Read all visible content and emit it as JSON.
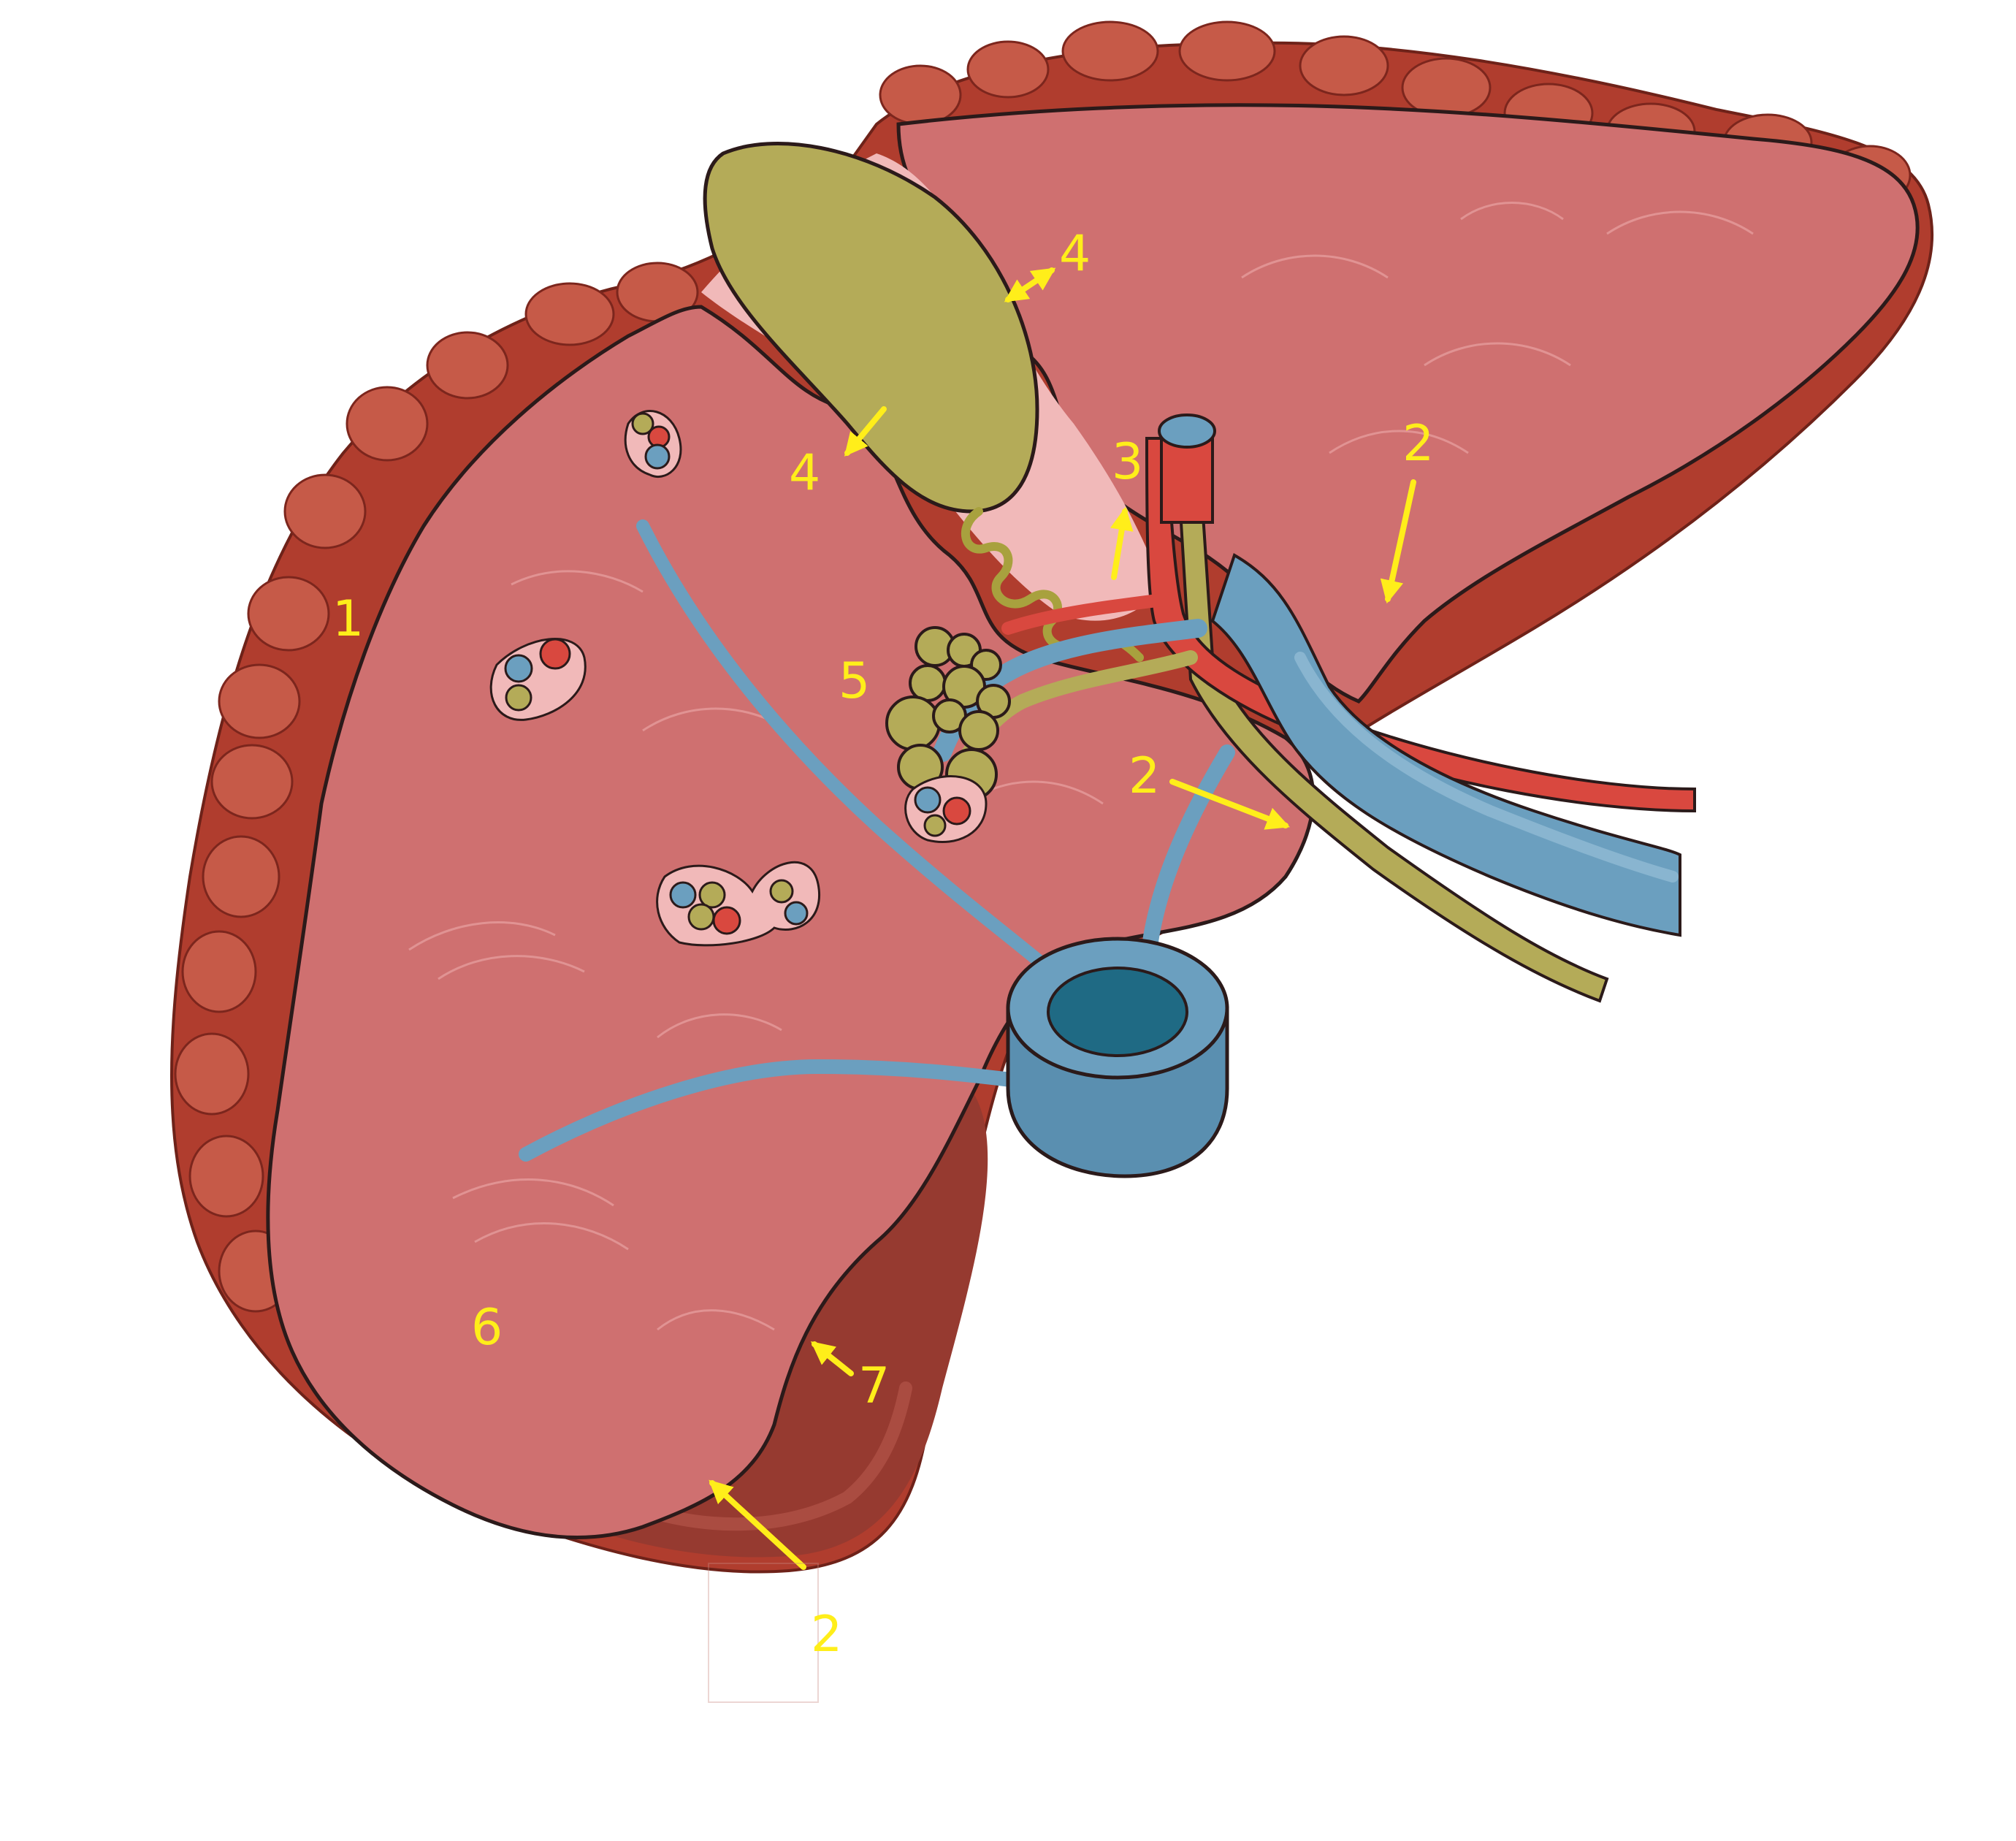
{
  "colors": {
    "background": "#ffffff",
    "capsule": "#b03d2e",
    "capsule_dark": "#8e2e23",
    "capsule_nodule": "#c65a48",
    "cut_surface": "#cf7070",
    "cut_streak": "#e8a2a2",
    "lower_lobe": "#963a30",
    "fossa": "#f1b9b9",
    "gallbladder": "#b4ab58",
    "bile": "#a8a13e",
    "vein": "#6b9fbf",
    "vein_dark": "#3d7796",
    "vein_lumen": "#1f6a84",
    "artery": "#d9483f",
    "outline": "#2b1a1a",
    "label": "#ffee1a",
    "arrow": "#ffee1a"
  },
  "labels": [
    {
      "id": "label-1",
      "text": "1"
    },
    {
      "id": "label-2-top-right",
      "text": "2"
    },
    {
      "id": "label-2-middle",
      "text": "2"
    },
    {
      "id": "label-2-bottom",
      "text": "2"
    },
    {
      "id": "label-3",
      "text": "3"
    },
    {
      "id": "label-4-top",
      "text": "4"
    },
    {
      "id": "label-4-left",
      "text": "4"
    },
    {
      "id": "label-5",
      "text": "5"
    },
    {
      "id": "label-6",
      "text": "6"
    },
    {
      "id": "label-7",
      "text": "7"
    }
  ],
  "icons": {
    "capsule": "liver-capsule-illustration",
    "cut_surface": "liver-cut-surface",
    "gallbladder": "gallbladder-illustration",
    "portal_vessels": "portal-vessel-bundle",
    "vena_cava": "vena-cava-ring",
    "portal_triads": "portal-triad-cluster",
    "lymph_nodes": "lymph-node-cluster"
  }
}
